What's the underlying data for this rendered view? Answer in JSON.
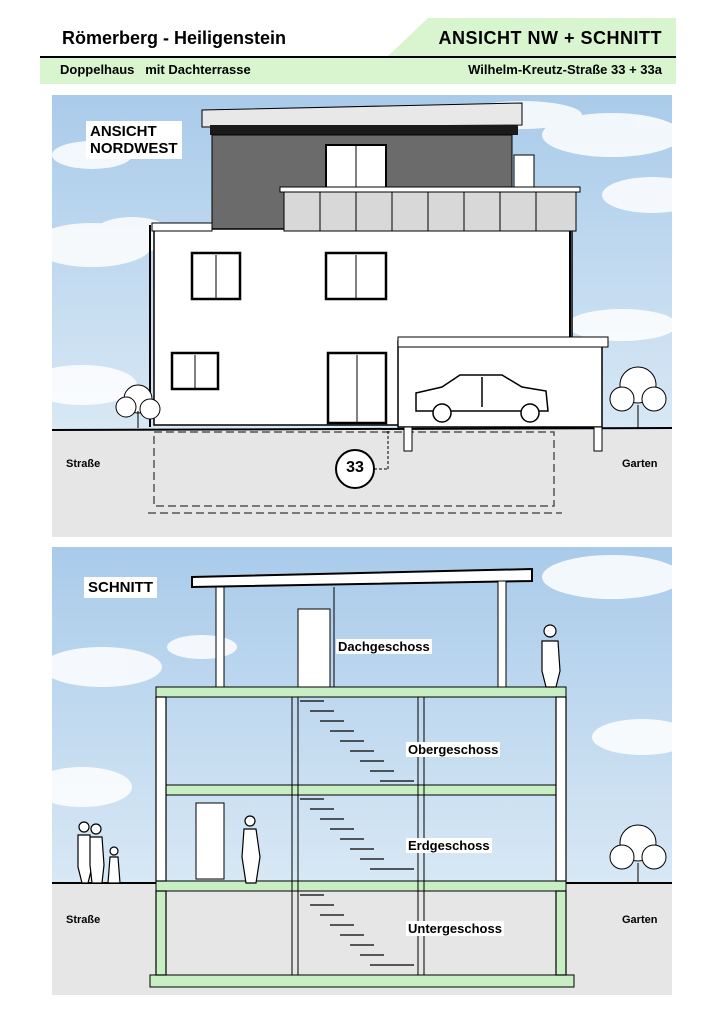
{
  "header": {
    "title": "Römerberg - Heiligenstein",
    "title_right": "ANSICHT  NW  +  SCHNITT",
    "subtitle_left": "Doppelhaus   mit Dachterrasse",
    "subtitle_right": "Wilhelm-Kreutz-Straße 33 + 33a"
  },
  "view_panel": {
    "label_line1": "ANSICHT",
    "label_line2": "NORDWEST",
    "house_number": "33",
    "left_side": "Straße",
    "right_side": "Garten"
  },
  "section_panel": {
    "label": "SCHNITT",
    "floors": [
      "Dachgeschoss",
      "Obergeschoss",
      "Erdgeschoss",
      "Untergeschoss"
    ],
    "left_side": "Straße",
    "right_side": "Garten"
  },
  "colors": {
    "sky": "#b9d6ee",
    "accent_green": "#d9f5cf",
    "slab_green": "#c8eec4",
    "roof_dark": "#6b6b6b",
    "ground": "#e6e6e6"
  }
}
